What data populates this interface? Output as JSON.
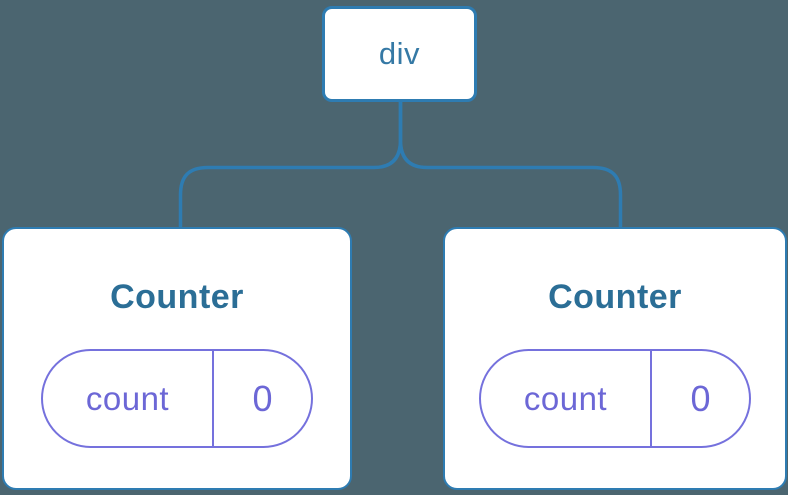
{
  "diagram": {
    "description": "Component tree: div root with two Counter children, each holding count state",
    "root": {
      "label": "div"
    },
    "children": [
      {
        "title": "Counter",
        "state": {
          "key": "count",
          "value": "0"
        }
      },
      {
        "title": "Counter",
        "state": {
          "key": "count",
          "value": "0"
        }
      }
    ]
  },
  "colors": {
    "bg": "#4b6570",
    "line-blue": "#2e7cb2",
    "node-text": "#3579a5",
    "title-blue": "#2b6e96",
    "pill-purple": "#7571dd",
    "pill-text": "#6c67d6",
    "card-bg": "#ffffff"
  }
}
